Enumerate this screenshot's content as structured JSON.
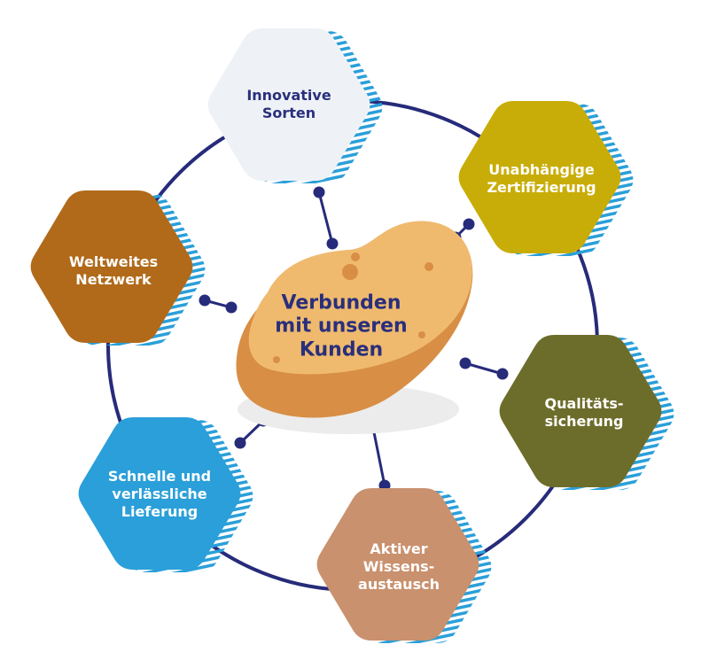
{
  "center": {
    "label": "Verbunden\nmit unseren\nKunden",
    "text_color": "#2a2f7c",
    "potato_color": "#efba6e",
    "potato_shade": "#d88e45",
    "shadow_color": "#ececec"
  },
  "ring_color": "#262b7a",
  "stripe_color": "#2a9fd9",
  "nodes": [
    {
      "id": "innovative-sorten",
      "label": "Innovative\nSorten",
      "fill": "#eef2f6",
      "text_color": "#2a2f7c"
    },
    {
      "id": "unabhaengige-zertifizierung",
      "label": "Unabhängige\nZertifizierung",
      "fill": "#c8ad08",
      "text_color": "#ffffff"
    },
    {
      "id": "qualitaetssicherung",
      "label": "Qualitäts-\nsicherung",
      "fill": "#6d6d2b",
      "text_color": "#ffffff"
    },
    {
      "id": "aktiver-wissensaustausch",
      "label": "Aktiver\nWissens-\naustausch",
      "fill": "#c9916e",
      "text_color": "#ffffff"
    },
    {
      "id": "schnelle-lieferung",
      "label": "Schnelle und\nverlässliche\nLieferung",
      "fill": "#2a9fd9",
      "text_color": "#ffffff"
    },
    {
      "id": "weltweites-netzwerk",
      "label": "Weltweites\nNetzwerk",
      "fill": "#b06a1a",
      "text_color": "#ffffff"
    }
  ]
}
